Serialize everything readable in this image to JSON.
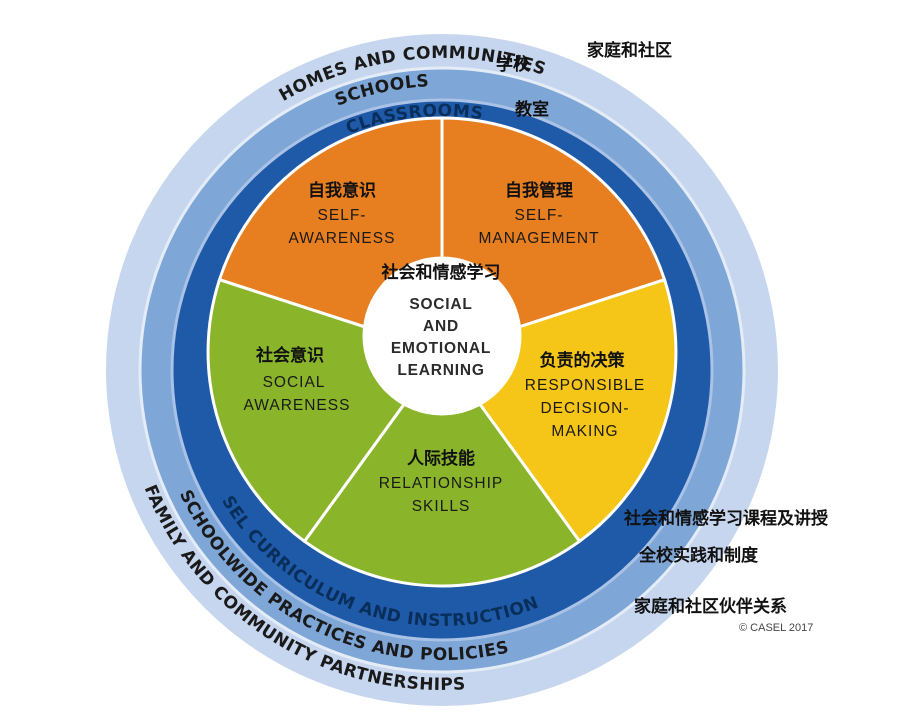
{
  "colors": {
    "outer_ring": "#c6d6ee",
    "middle_ring": "#7ea6d6",
    "inner_ring": "#1e5aa8",
    "self_awareness": "#e77e1f",
    "self_management": "#e77e1f",
    "responsible_decision_making": "#f5c518",
    "relationship_skills": "#8ab42a",
    "social_awareness": "#8ab42a",
    "center": "#ffffff",
    "divider": "#ffffff"
  },
  "rings": {
    "outer_top": "HOMES AND COMMUNITIES",
    "outer_top_cn": "家庭和社区",
    "middle_top": "SCHOOLS",
    "middle_top_cn": "学校",
    "inner_top": "CLASSROOMS",
    "inner_top_cn": "教室",
    "inner_bottom": "SEL CURRICULUM AND INSTRUCTION",
    "inner_bottom_cn": "社会和情感学习课程及讲授",
    "middle_bottom": "SCHOOLWIDE PRACTICES AND POLICIES",
    "middle_bottom_cn": "全校实践和制度",
    "outer_bottom": "FAMILY AND COMMUNITY PARTNERSHIPS",
    "outer_bottom_cn": "家庭和社区伙伴关系"
  },
  "segments": {
    "self_awareness": {
      "cn": "自我意识",
      "en_line1": "SELF-",
      "en_line2": "AWARENESS"
    },
    "self_management": {
      "cn": "自我管理",
      "en_line1": "SELF-",
      "en_line2": "MANAGEMENT"
    },
    "responsible_decision_making": {
      "cn": "负责的决策",
      "en_line1": "RESPONSIBLE",
      "en_line2": "DECISION-",
      "en_line3": "MAKING"
    },
    "relationship_skills": {
      "cn": "人际技能",
      "en_line1": "RELATIONSHIP",
      "en_line2": "SKILLS"
    },
    "social_awareness": {
      "cn": "社会意识",
      "en_line1": "SOCIAL",
      "en_line2": "AWARENESS"
    }
  },
  "center": {
    "cn": "社会和情感学习",
    "en_line1": "SOCIAL",
    "en_line2": "AND",
    "en_line3": "EMOTIONAL",
    "en_line4": "LEARNING"
  },
  "copyright": "© CASEL 2017"
}
